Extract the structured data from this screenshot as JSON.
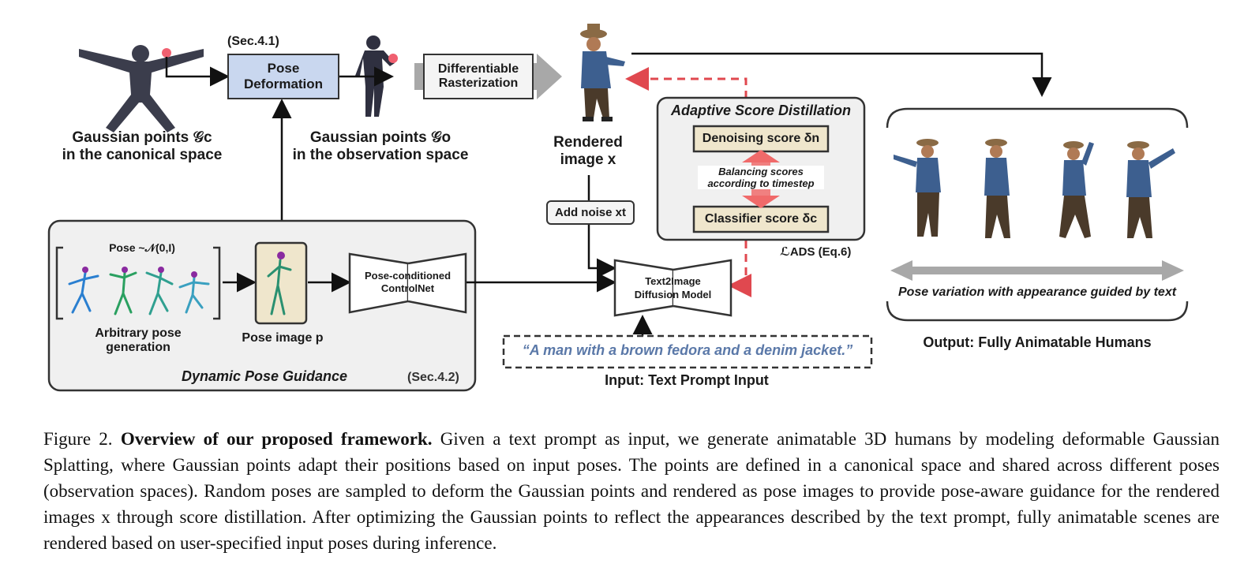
{
  "sec41": "(Sec.4.1)",
  "pose_deformation": [
    "Pose",
    "Deformation"
  ],
  "diff_raster": [
    "Differentiable",
    "Rasterization"
  ],
  "canonical_label": [
    "Gaussian points 𝒢c",
    "in the canonical space"
  ],
  "observation_label": [
    "Gaussian points 𝒢o",
    "in the observation space"
  ],
  "rendered_label": [
    "Rendered",
    "image x"
  ],
  "ads": {
    "title": "Adaptive Score Distillation",
    "denoising": "Denoising score δn",
    "balancing": [
      "Balancing scores",
      "according to timestep"
    ],
    "classifier": "Classifier score δc",
    "loss": "ℒADS (Eq.6)"
  },
  "add_noise": "Add noise xt",
  "dpg": {
    "pose_dist": "Pose ~𝒩(0,I)",
    "arbitrary": [
      "Arbitrary pose",
      "generation"
    ],
    "pose_image": "Pose image p",
    "title": "Dynamic Pose Guidance",
    "sec42": "(Sec.4.2)"
  },
  "controlnet": [
    "Pose-conditioned",
    "ControlNet"
  ],
  "t2i": [
    "Text2Image",
    "Diffusion Model"
  ],
  "prompt": "“A man with a brown fedora and a denim jacket.”",
  "input_label": "Input: Text Prompt Input",
  "pose_variation": "Pose variation with appearance guided by text",
  "output_label": "Output: Fully Animatable Humans",
  "caption": {
    "prefix": "Figure 2.",
    "title": "Overview of our proposed framework.",
    "body": " Given a text prompt as input, we generate animatable 3D humans by modeling deformable Gaussian Splatting, where Gaussian points adapt their positions based on input poses. The points are defined in a canonical space and shared across different poses (observation spaces). Random poses are sampled to deform the Gaussian points and rendered as pose images to provide pose-aware guidance for the rendered images x through score distillation. After optimizing the Gaussian points to reflect the appearances described by the text prompt, fully animatable scenes are rendered based on user-specified input poses during inference."
  },
  "colors": {
    "pose_box": "#c9d7ef",
    "score_box": "#efe6cc",
    "panel": "#f0f0f0",
    "red": "#e0484f",
    "prompt": "#5a78a8",
    "gray_arrow": "#a8a8a8"
  }
}
